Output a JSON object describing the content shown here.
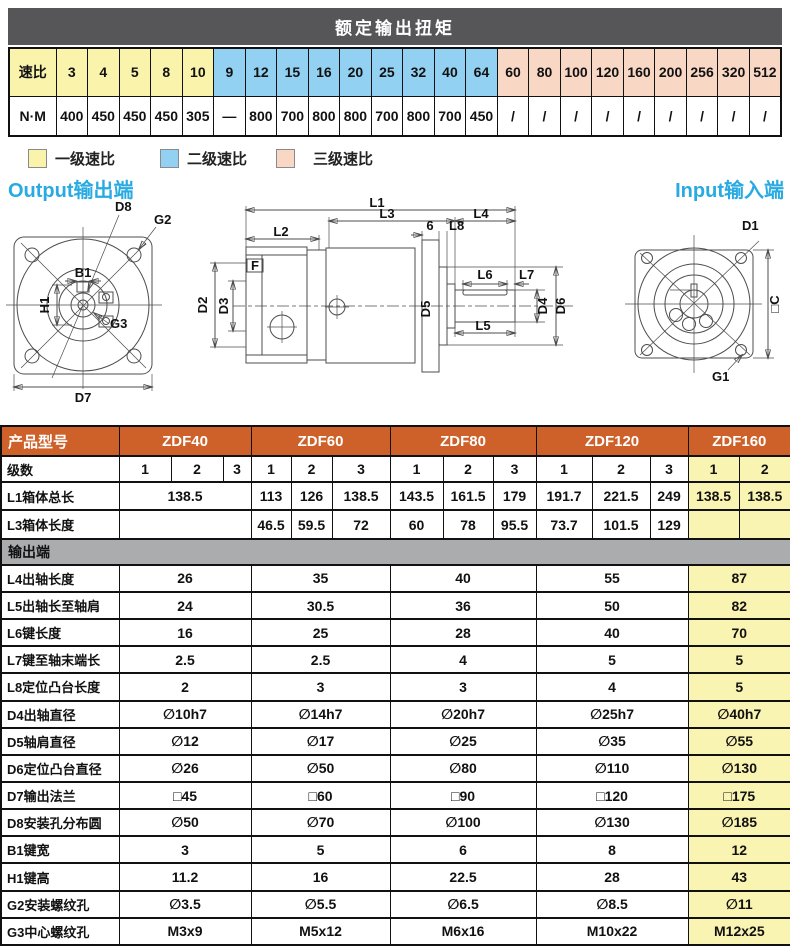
{
  "colors": {
    "header_dark": "#565659",
    "tier1_yellow": "#f9f3ac",
    "tier2_blue": "#92d1f2",
    "tier3_pink": "#f8d7c5",
    "orange": "#ce6129",
    "section_gray": "#aaacae",
    "highlight_yellow": "#faf4b2",
    "title_blue": "#29abe2"
  },
  "torque_table": {
    "title": "额定输出扭矩",
    "ratio_label": "速比",
    "unit_label": "N·M",
    "columns": [
      {
        "ratio": "3",
        "torque": "400",
        "tier": 1
      },
      {
        "ratio": "4",
        "torque": "450",
        "tier": 1
      },
      {
        "ratio": "5",
        "torque": "450",
        "tier": 1
      },
      {
        "ratio": "8",
        "torque": "450",
        "tier": 1
      },
      {
        "ratio": "10",
        "torque": "305",
        "tier": 1
      },
      {
        "ratio": "9",
        "torque": "—",
        "tier": 2
      },
      {
        "ratio": "12",
        "torque": "800",
        "tier": 2
      },
      {
        "ratio": "15",
        "torque": "700",
        "tier": 2
      },
      {
        "ratio": "16",
        "torque": "800",
        "tier": 2
      },
      {
        "ratio": "20",
        "torque": "800",
        "tier": 2
      },
      {
        "ratio": "25",
        "torque": "700",
        "tier": 2
      },
      {
        "ratio": "32",
        "torque": "800",
        "tier": 2
      },
      {
        "ratio": "40",
        "torque": "700",
        "tier": 2
      },
      {
        "ratio": "64",
        "torque": "450",
        "tier": 2
      },
      {
        "ratio": "60",
        "torque": "/",
        "tier": 3
      },
      {
        "ratio": "80",
        "torque": "/",
        "tier": 3
      },
      {
        "ratio": "100",
        "torque": "/",
        "tier": 3
      },
      {
        "ratio": "120",
        "torque": "/",
        "tier": 3
      },
      {
        "ratio": "160",
        "torque": "/",
        "tier": 3
      },
      {
        "ratio": "200",
        "torque": "/",
        "tier": 3
      },
      {
        "ratio": "256",
        "torque": "/",
        "tier": 3
      },
      {
        "ratio": "320",
        "torque": "/",
        "tier": 3
      },
      {
        "ratio": "512",
        "torque": "/",
        "tier": 3
      }
    ]
  },
  "legend": [
    {
      "label": "一级速比",
      "tier": 1
    },
    {
      "label": "二级速比",
      "tier": 2
    },
    {
      "label": "三级速比",
      "tier": 3
    }
  ],
  "drawings": {
    "output_title": "Output输出端",
    "input_title": "Input输入端",
    "output_view": {
      "d8": "D8",
      "g2": "G2",
      "b1": "B1",
      "h1": "H1",
      "g3": "G3",
      "d7": "D7"
    },
    "side_view": {
      "l1": "L1",
      "l2": "L2",
      "l3": "L3",
      "l4": "L4",
      "n6": "6",
      "l8": "L8",
      "f": "F",
      "l5": "L5",
      "l6": "L6",
      "l7": "L7",
      "d2": "D2",
      "d3": "D3",
      "d4": "D4",
      "d5": "D5",
      "d6": "D6"
    },
    "input_view": {
      "d1": "D1",
      "c": "□C",
      "g1": "G1"
    }
  },
  "spec_table": {
    "product_label": "产品型号",
    "stage_label": "级数",
    "section_label": "输出端",
    "models": [
      {
        "name": "ZDF40",
        "stages": [
          "1",
          "2",
          "3"
        ],
        "highlight": false
      },
      {
        "name": "ZDF60",
        "stages": [
          "1",
          "2",
          "3"
        ],
        "highlight": false
      },
      {
        "name": "ZDF80",
        "stages": [
          "1",
          "2",
          "3"
        ],
        "highlight": false
      },
      {
        "name": "ZDF120",
        "stages": [
          "1",
          "2",
          "3"
        ],
        "highlight": false
      },
      {
        "name": "ZDF160",
        "stages": [
          "1",
          "2"
        ],
        "highlight": true
      }
    ],
    "stage_rows": [
      {
        "label": "L1箱体总长",
        "cells": {
          "zdf40_merged": "138.5",
          "zdf60": [
            "113",
            "126",
            "138.5"
          ],
          "zdf80": [
            "143.5",
            "161.5",
            "179"
          ],
          "zdf120": [
            "191.7",
            "221.5",
            "249"
          ],
          "zdf160": [
            "138.5",
            "138.5"
          ]
        }
      },
      {
        "label": "L3箱体长度",
        "cells": {
          "zdf40_merged": "",
          "zdf60": [
            "46.5",
            "59.5",
            "72"
          ],
          "zdf80": [
            "60",
            "78",
            "95.5"
          ],
          "zdf120": [
            "73.7",
            "101.5",
            "129"
          ],
          "zdf160": [
            "",
            ""
          ]
        }
      }
    ],
    "merged_rows": [
      {
        "label": "L4出轴长度",
        "values": [
          "26",
          "35",
          "40",
          "55",
          "87"
        ]
      },
      {
        "label": "L5出轴长至轴肩",
        "values": [
          "24",
          "30.5",
          "36",
          "50",
          "82"
        ]
      },
      {
        "label": "L6键长度",
        "values": [
          "16",
          "25",
          "28",
          "40",
          "70"
        ]
      },
      {
        "label": "L7键至轴末端长",
        "values": [
          "2.5",
          "2.5",
          "4",
          "5",
          "5"
        ]
      },
      {
        "label": "L8定位凸台长度",
        "values": [
          "2",
          "3",
          "3",
          "4",
          "5"
        ]
      },
      {
        "label": "D4出轴直径",
        "values": [
          "∅10h7",
          "∅14h7",
          "∅20h7",
          "∅25h7",
          "∅40h7"
        ]
      },
      {
        "label": "D5轴肩直径",
        "values": [
          "∅12",
          "∅17",
          "∅25",
          "∅35",
          "∅55"
        ]
      },
      {
        "label": "D6定位凸台直径",
        "values": [
          "∅26",
          "∅50",
          "∅80",
          "∅110",
          "∅130"
        ]
      },
      {
        "label": "D7输出法兰",
        "values": [
          "□45",
          "□60",
          "□90",
          "□120",
          "□175"
        ]
      },
      {
        "label": "D8安装孔分布圆",
        "values": [
          "∅50",
          "∅70",
          "∅100",
          "∅130",
          "∅185"
        ]
      },
      {
        "label": "B1键宽",
        "values": [
          "3",
          "5",
          "6",
          "8",
          "12"
        ]
      },
      {
        "label": "H1键高",
        "values": [
          "11.2",
          "16",
          "22.5",
          "28",
          "43"
        ]
      },
      {
        "label": "G2安装螺纹孔",
        "values": [
          "∅3.5",
          "∅5.5",
          "∅6.5",
          "∅8.5",
          "∅11"
        ]
      },
      {
        "label": "G3中心螺纹孔",
        "values": [
          "M3x9",
          "M5x12",
          "M6x16",
          "M10x22",
          "M12x25"
        ]
      }
    ]
  }
}
